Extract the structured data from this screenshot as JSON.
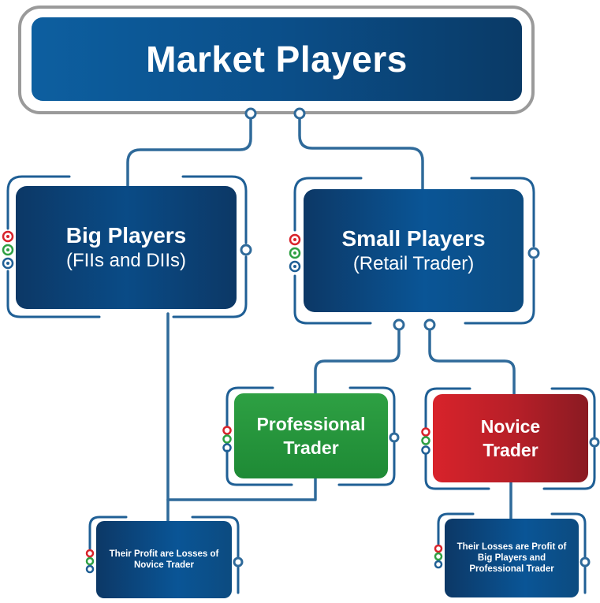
{
  "title": "Market Players",
  "nodes": {
    "big_players": {
      "label": "Big Players",
      "sublabel": "(FIIs and DIIs)"
    },
    "small_players": {
      "label": "Small Players",
      "sublabel": "(Retail Trader)"
    },
    "professional_trader": {
      "label": "Professional\nTrader"
    },
    "novice_trader": {
      "label": "Novice\nTrader"
    },
    "big_players_note": {
      "text": "Their Profit are Losses of Novice Trader"
    },
    "novice_note": {
      "text": "Their Losses are Profit of Big Players and Professional Trader"
    }
  },
  "edges": [
    {
      "from": "Market Players",
      "to": "Big Players"
    },
    {
      "from": "Market Players",
      "to": "Small Players"
    },
    {
      "from": "Small Players",
      "to": "Professional Trader"
    },
    {
      "from": "Small Players",
      "to": "Novice Trader"
    },
    {
      "from": "Big Players",
      "to": "Their Profit are Losses of Novice Trader"
    },
    {
      "from": "Professional Trader",
      "to": "Their Profit are Losses of Novice Trader"
    },
    {
      "from": "Novice Trader",
      "to": "Their Losses are Profit of Big Players and Professional Trader"
    }
  ],
  "colors": {
    "connector": "#2f6a9a",
    "frame": "#1f5f95",
    "dot_red": "#d8232b",
    "dot_green": "#2ea043",
    "dot_blue": "#1f5f95",
    "professional": "#2ea043",
    "novice": "#c8202a",
    "navy": "#0b4a85"
  },
  "icons": [
    "status-dots-icon",
    "connector-port-icon"
  ]
}
